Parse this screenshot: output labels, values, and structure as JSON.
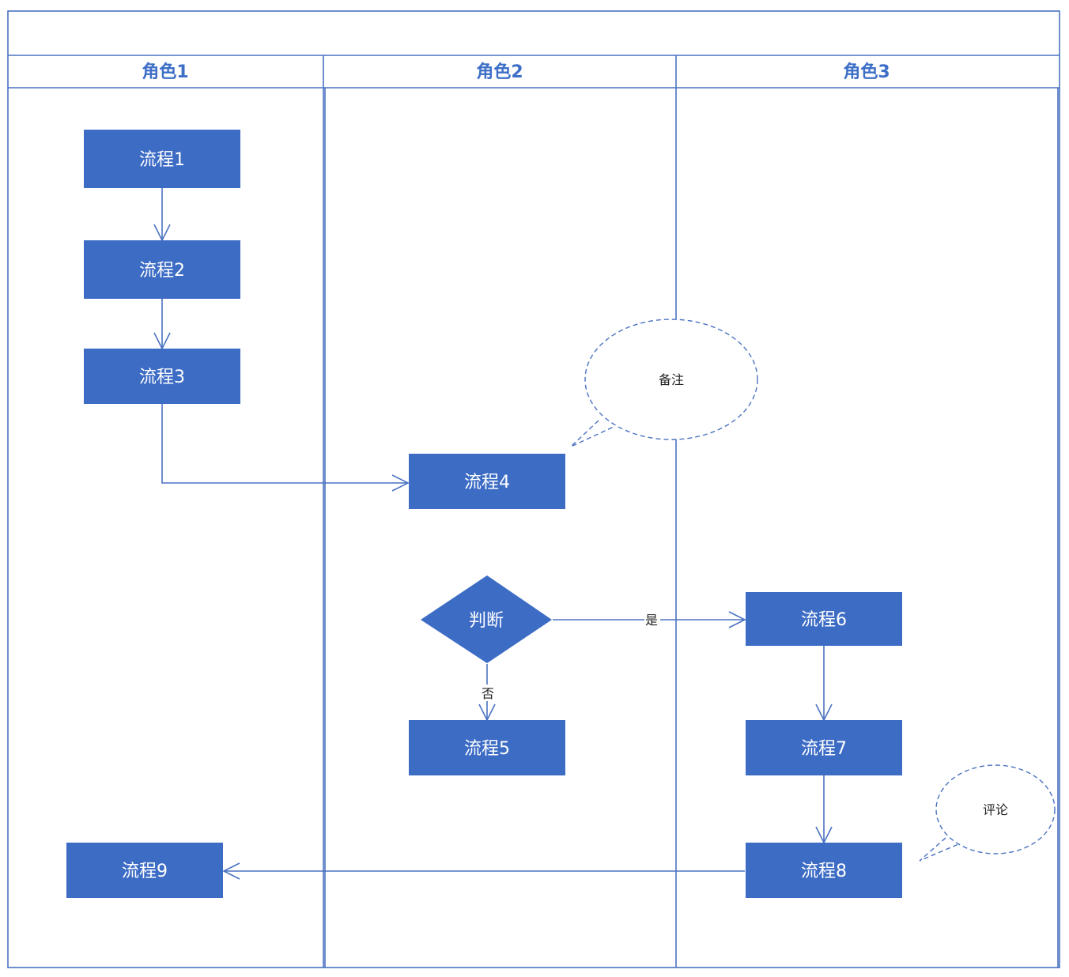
{
  "colors": {
    "primary": "#3d6cc5",
    "line": "#4a72c2",
    "title": "#3e6fc7",
    "background": "#ffffff"
  },
  "diagram": {
    "title": "",
    "lanes": [
      {
        "label": "角色1"
      },
      {
        "label": "角色2"
      },
      {
        "label": "角色3"
      }
    ],
    "nodes": {
      "p1": "流程1",
      "p2": "流程2",
      "p3": "流程3",
      "p4": "流程4",
      "p5": "流程5",
      "p6": "流程6",
      "p7": "流程7",
      "p8": "流程8",
      "p9": "流程9",
      "decision": "判断"
    },
    "edge_labels": {
      "yes": "是",
      "no": "否"
    },
    "notes": {
      "note1": "备注",
      "note2": "评论"
    }
  }
}
